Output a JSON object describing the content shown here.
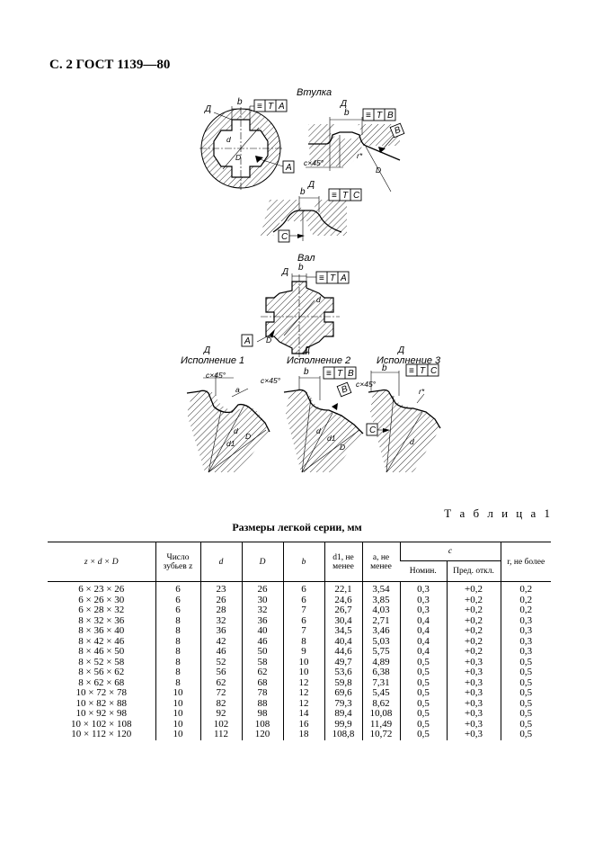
{
  "header": {
    "text": "С. 2 ГОСТ 1139—80"
  },
  "drawings": {
    "bushing_title": "Втулка",
    "shaft_title": "Вал",
    "view_label": "Д",
    "label_b": "b",
    "label_d": "d",
    "label_D": "D",
    "label_a": "a",
    "label_d1": "d1",
    "label_r": "r*",
    "chamfer": "c×45°",
    "datum_A": "A",
    "datum_B": "B",
    "datum_C": "C",
    "sym": "≡",
    "tol_T": "T",
    "execution1": "Исполнение 1",
    "execution2": "Исполнение 2",
    "execution3": "Исполнение 3"
  },
  "table": {
    "label": "Т а б л и ц а 1",
    "caption": "Размеры легкой серии, мм",
    "headers": {
      "zdD": "z × d × D",
      "z": "Число зубьев z",
      "d": "d",
      "D": "D",
      "b": "b",
      "d1": "d1, не менее",
      "a": "a, не менее",
      "c": "c",
      "c_nom": "Номин.",
      "c_dev": "Пред. откл.",
      "r": "r, не более"
    },
    "rows": [
      [
        "6 × 23 × 26",
        "6",
        "23",
        "26",
        "6",
        "22,1",
        "3,54",
        "0,3",
        "+0,2",
        "0,2"
      ],
      [
        "6 × 26 × 30",
        "6",
        "26",
        "30",
        "6",
        "24,6",
        "3,85",
        "0,3",
        "+0,2",
        "0,2"
      ],
      [
        "6 × 28 × 32",
        "6",
        "28",
        "32",
        "7",
        "26,7",
        "4,03",
        "0,3",
        "+0,2",
        "0,2"
      ],
      [
        "8 × 32 × 36",
        "8",
        "32",
        "36",
        "6",
        "30,4",
        "2,71",
        "0,4",
        "+0,2",
        "0,3"
      ],
      [
        "8 × 36 × 40",
        "8",
        "36",
        "40",
        "7",
        "34,5",
        "3,46",
        "0,4",
        "+0,2",
        "0,3"
      ],
      [
        "8 × 42 × 46",
        "8",
        "42",
        "46",
        "8",
        "40,4",
        "5,03",
        "0,4",
        "+0,2",
        "0,3"
      ],
      [
        "8 × 46 × 50",
        "8",
        "46",
        "50",
        "9",
        "44,6",
        "5,75",
        "0,4",
        "+0,2",
        "0,3"
      ],
      [
        "8 × 52 × 58",
        "8",
        "52",
        "58",
        "10",
        "49,7",
        "4,89",
        "0,5",
        "+0,3",
        "0,5"
      ],
      [
        "8 × 56 × 62",
        "8",
        "56",
        "62",
        "10",
        "53,6",
        "6,38",
        "0,5",
        "+0,3",
        "0,5"
      ],
      [
        "8 × 62 × 68",
        "8",
        "62",
        "68",
        "12",
        "59,8",
        "7,31",
        "0,5",
        "+0,3",
        "0,5"
      ],
      [
        "10 × 72 × 78",
        "10",
        "72",
        "78",
        "12",
        "69,6",
        "5,45",
        "0,5",
        "+0,3",
        "0,5"
      ],
      [
        "10 × 82 × 88",
        "10",
        "82",
        "88",
        "12",
        "79,3",
        "8,62",
        "0,5",
        "+0,3",
        "0,5"
      ],
      [
        "10 × 92 × 98",
        "10",
        "92",
        "98",
        "14",
        "89,4",
        "10,08",
        "0,5",
        "+0,3",
        "0,5"
      ],
      [
        "10 × 102 × 108",
        "10",
        "102",
        "108",
        "16",
        "99,9",
        "11,49",
        "0,5",
        "+0,3",
        "0,5"
      ],
      [
        "10 × 112 × 120",
        "10",
        "112",
        "120",
        "18",
        "108,8",
        "10,72",
        "0,5",
        "+0,3",
        "0,5"
      ]
    ]
  }
}
